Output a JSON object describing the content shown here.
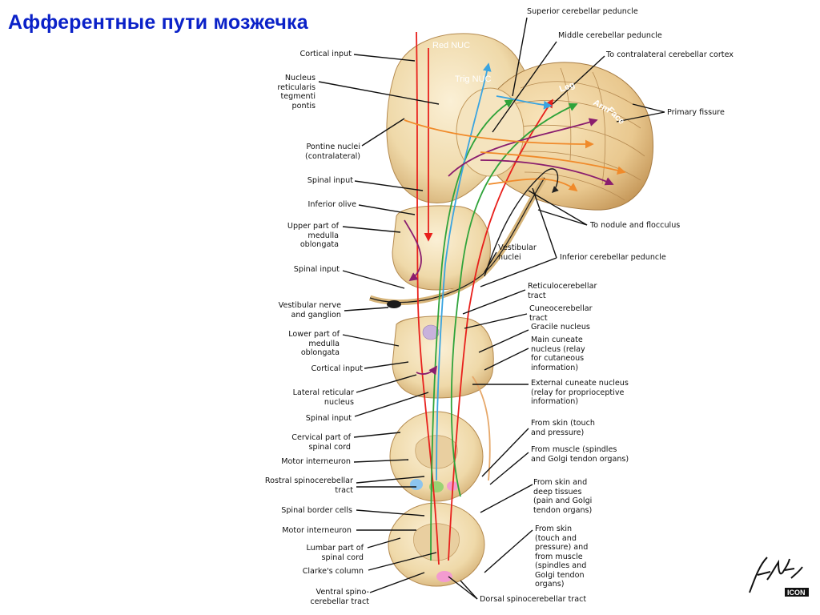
{
  "title": "Афферентные пути мозжечка",
  "labels": {
    "superior_cerebellar_peduncle": "Superior cerebellar peduncle",
    "middle_cerebellar_peduncle": "Middle cerebellar peduncle",
    "to_contralateral_cortex": "To contralateral cerebellar cortex",
    "primary_fissure": "Primary fissure",
    "to_nodule_flocculus": "To nodule and flocculus",
    "inferior_cerebellar_peduncle": "Inferior cerebellar peduncle",
    "vestibular_nuclei": "Vestibular\nnuclei",
    "reticulocerebellar_tract": "Reticulocerebellar\ntract",
    "cuneocerebellar_tract": "Cuneocerebellar\ntract",
    "gracile_nucleus": "Gracile nucleus",
    "main_cuneate_nucleus": "Main cuneate\nnucleus (relay\nfor cutaneous\ninformation)",
    "external_cuneate_nucleus": "External cuneate nucleus\n(relay for proprioceptive\ninformation)",
    "from_skin_touch": "From skin (touch\nand pressure)",
    "from_muscle": "From muscle (spindles\nand Golgi tendon organs)",
    "from_skin_deep": "From skin and\ndeep tissues\n(pain and Golgi\ntendon organs)",
    "from_skin_touch_muscle": "From skin\n(touch and\npressure) and\nfrom muscle\n(spindles and\nGolgi tendon\norgans)",
    "dorsal_spinocerebellar_tract": "Dorsal spinocerebellar tract",
    "cortical_input_1": "Cortical input",
    "nucleus_reticularis": "Nucleus\nreticularis\ntegmenti\npontis",
    "pontine_nuclei": "Pontine nuclei\n(contralateral)",
    "spinal_input_1": "Spinal input",
    "inferior_olive": "Inferior olive",
    "upper_medulla": "Upper part of\nmedulla\noblongata",
    "spinal_input_2": "Spinal input",
    "vestibular_nerve": "Vestibular nerve\nand ganglion",
    "lower_medulla": "Lower part of\nmedulla\noblongata",
    "cortical_input_2": "Cortical input",
    "lateral_reticular": "Lateral reticular\nnucleus",
    "spinal_input_3": "Spinal input",
    "cervical_cord": "Cervical part of\nspinal cord",
    "motor_interneuron_1": "Motor interneuron",
    "rostral_spinocerebellar": "Rostral spinocerebellar\ntract",
    "spinal_border_cells": "Spinal border cells",
    "motor_interneuron_2": "Motor interneuron",
    "lumbar_cord": "Lumbar part of\nspinal cord",
    "clarkes_column": "Clarke's column",
    "ventral_spinocerebellar": "Ventral spino-\ncerebellar tract",
    "red_nuc": "Red NUC",
    "trig_nuc": "Trig NUC",
    "leg": "Leg",
    "arm": "Arm",
    "face": "Face"
  },
  "signature": "F. Netter M.D.",
  "logo": "ICON",
  "colors": {
    "title": "#0a21c8",
    "tissue": "#f1ddb3",
    "tissue_dark": "#d9b77c",
    "red_tract": "#e8201c",
    "green_tract": "#2fa33a",
    "blue_tract": "#3aa4e0",
    "purple_tract": "#8a1d6e",
    "orange_tract": "#f08a2a"
  }
}
